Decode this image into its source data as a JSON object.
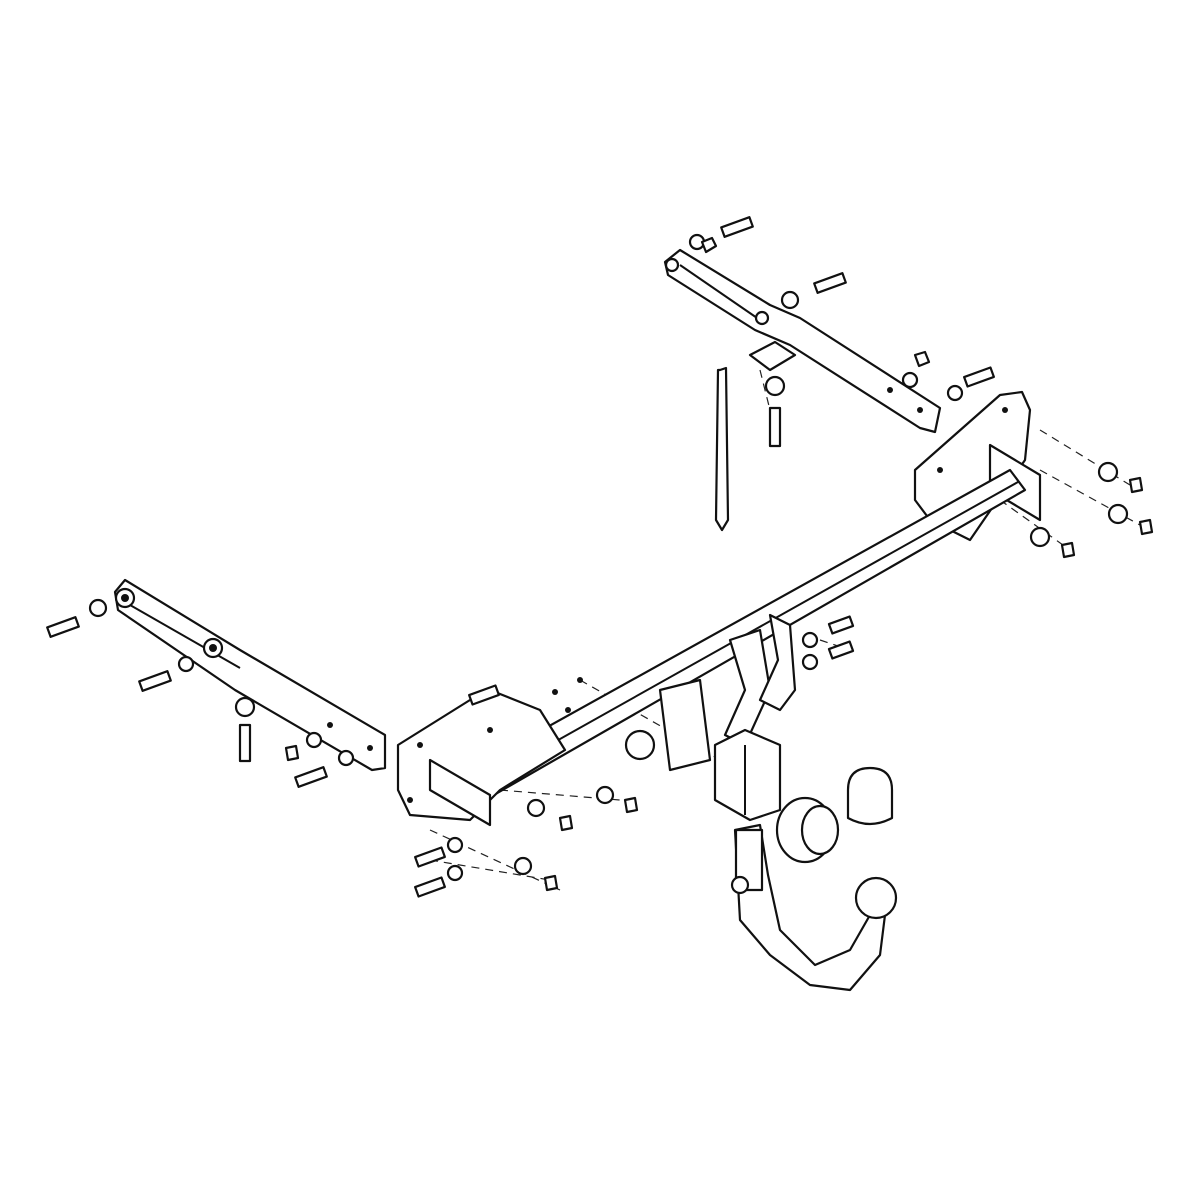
{
  "diagram": {
    "type": "exploded-view technical drawing",
    "colors": {
      "line": "#111111",
      "background": "#ffffff"
    },
    "parts": [
      "crossbar",
      "left-mounting-plate",
      "right-mounting-plate",
      "left-side-arm",
      "right-side-arm",
      "cable-tie",
      "tow-ball-neck",
      "tow-ball",
      "ball-cap",
      "electrical-socket",
      "socket-bracket",
      "bolts",
      "washers",
      "nuts"
    ]
  }
}
